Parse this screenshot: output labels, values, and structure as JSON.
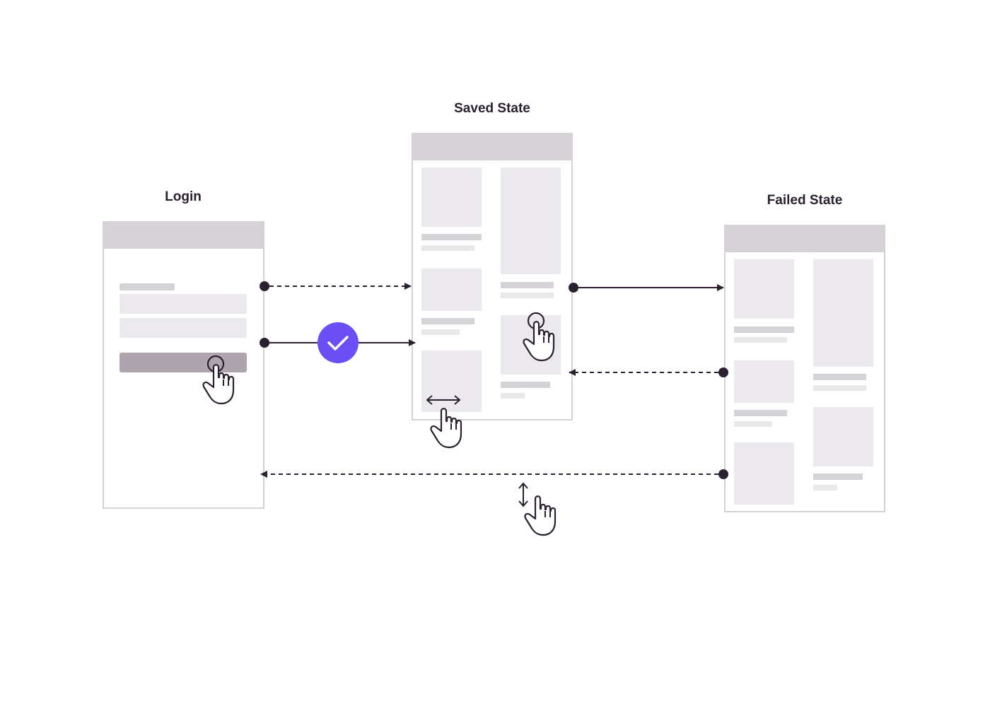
{
  "screens": {
    "login": {
      "title": "Login"
    },
    "saved": {
      "title": "Saved State"
    },
    "failed": {
      "title": "Failed State"
    }
  },
  "colors": {
    "ink": "#2a2030",
    "header": "#d6d2d8",
    "placeholder_block": "#ebe9ed",
    "placeholder_bar": "#d6d3d8",
    "placeholder_bar_light": "#e9e7ea",
    "login_button": "#aea4ad",
    "success_badge": "#6c4ef5",
    "frame_border": "#d4d0d6"
  },
  "icons": {
    "success": "check-circle-icon",
    "tap": "tap-hand-icon",
    "swipe_horizontal": "swipe-horizontal-icon",
    "scroll_vertical": "scroll-vertical-icon"
  }
}
